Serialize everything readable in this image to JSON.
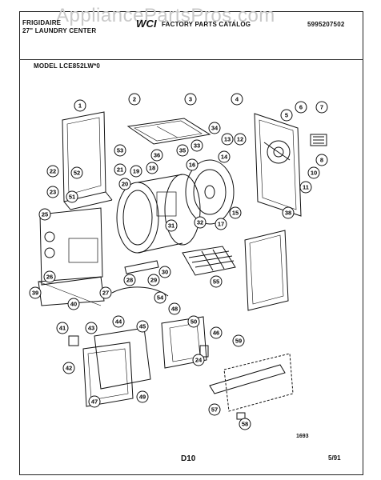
{
  "watermark": "AppliancePartsPros.com",
  "header": {
    "brand": "FRIGIDAIRE",
    "product": "27\" LAUNDRY CENTER",
    "catalog_logo": "WCI",
    "catalog_title": "FACTORY PARTS CATALOG",
    "catalog_number": "5995207502"
  },
  "model_line": "MODEL LCE852LW*0",
  "callouts": [
    "1",
    "2",
    "3",
    "4",
    "5",
    "6",
    "7",
    "8",
    "10",
    "11",
    "12",
    "13",
    "14",
    "15",
    "16",
    "17",
    "18",
    "19",
    "20",
    "21",
    "22",
    "23",
    "24",
    "25",
    "26",
    "27",
    "28",
    "29",
    "30",
    "31",
    "32",
    "33",
    "34",
    "35",
    "36",
    "38",
    "39",
    "40",
    "41",
    "42",
    "43",
    "44",
    "45",
    "46",
    "47",
    "48",
    "49",
    "50",
    "51",
    "52",
    "53",
    "54",
    "55",
    "57",
    "58",
    "59"
  ],
  "footer": {
    "code": "1693",
    "page": "D10",
    "date": "5/91"
  }
}
